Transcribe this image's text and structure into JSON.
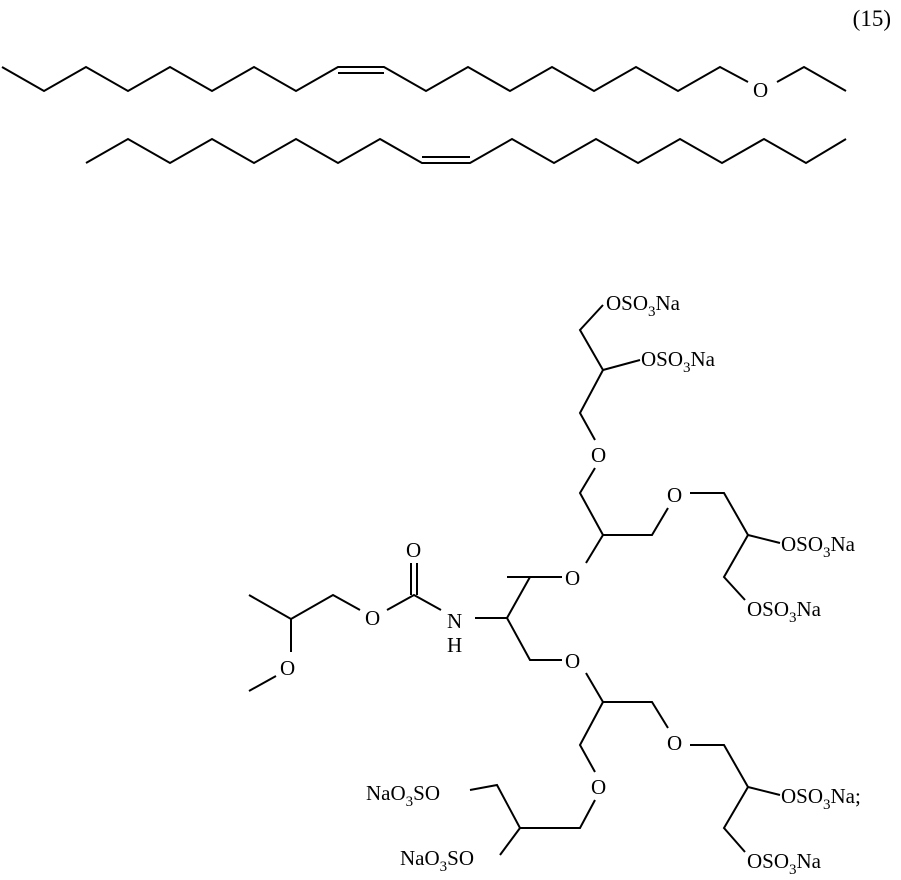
{
  "equation_number": "(15)",
  "molecules": [
    {
      "name": "oleyl-ethyl-ether",
      "description": "C18 chain with cis double bond ending in O-ethyl",
      "atom_labels": [
        "O"
      ]
    },
    {
      "name": "cis-alkene-chain",
      "description": "long unbranched hydrocarbon chain with one cis double bond",
      "atom_labels": []
    },
    {
      "name": "sulfated-polyglycerol-carbamate",
      "description": "2-methoxypropyl carbamate with branched polyglycerol bearing eight sodium sulfate groups",
      "atom_labels": {
        "carbonyl_O": "O",
        "ester_O": "O",
        "methoxy_O": "O",
        "amine_N": "N",
        "amine_H": "H",
        "ether_O": "O",
        "sulfate_right": "OSO3Na",
        "sulfate_left": "NaO3SO",
        "terminal_semicolon": ";"
      }
    }
  ],
  "labels": {
    "O": "O",
    "N": "N",
    "H": "H",
    "OSO": "OSO",
    "three": "3",
    "Na": "Na",
    "NaO": "NaO",
    "SO": "SO",
    "semicolon": ";"
  }
}
